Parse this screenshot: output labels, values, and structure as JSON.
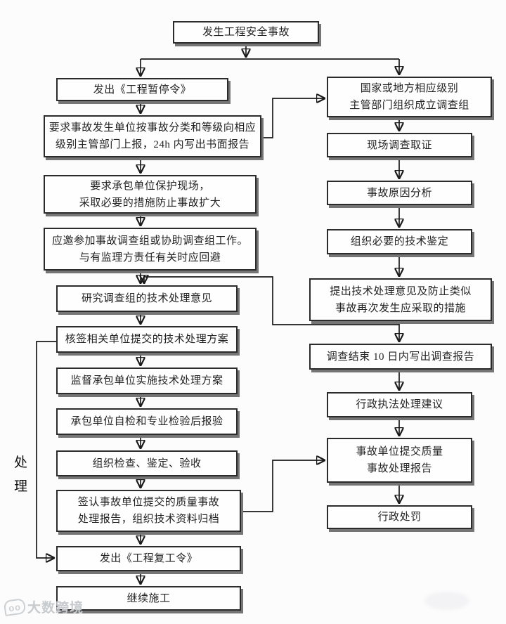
{
  "nodes": {
    "start": {
      "label": "发生工程安全事故"
    },
    "left": [
      {
        "label": "发出《工程暂停令》"
      },
      {
        "label": "要求事故发生单位按事故分类和等级向相应\n级别主管部门上报，24h 内写出书面报告"
      },
      {
        "label": "要求承包单位保护现场，\n采取必要的措施防止事故扩大"
      },
      {
        "label": "应邀参加事故调查组或协助调查组工作。\n与有监理方责任有关时应回避"
      },
      {
        "label": "研究调查组的技术处理意见"
      },
      {
        "label": "核签相关单位提交的技术处理方案"
      },
      {
        "label": "监督承包单位实施技术处理方案"
      },
      {
        "label": "承包单位自检和专业检验后报验"
      },
      {
        "label": "组织检查、鉴定、验收"
      },
      {
        "label": "签认事故单位提交的质量事故\n处理报告，组织技术资料归档"
      },
      {
        "label": "发出《工程复工令》"
      },
      {
        "label": "继续施工"
      }
    ],
    "right": [
      {
        "label": "国家或地方相应级别\n主管部门组织成立调查组"
      },
      {
        "label": "现场调查取证"
      },
      {
        "label": "事故原因分析"
      },
      {
        "label": "组织必要的技术鉴定"
      },
      {
        "label": "提出技术处理意见及防止类似\n事故再次发生应采取的措施"
      },
      {
        "label": "调查结束 10 日内写出调查报告"
      },
      {
        "label": "行政执法处理建议"
      },
      {
        "label": "事故单位提交质量\n事故处理报告"
      },
      {
        "label": "行政处罚"
      }
    ]
  },
  "side_label": "处理",
  "watermark": {
    "logo": "oo",
    "text": "大数跨境"
  },
  "colors": {
    "background": "#fcfcfc",
    "box_border": "#2b2b2b",
    "box_shadow": "#757575",
    "line": "#1a1a1a",
    "text": "#222222",
    "watermark": "#c7cbce"
  }
}
